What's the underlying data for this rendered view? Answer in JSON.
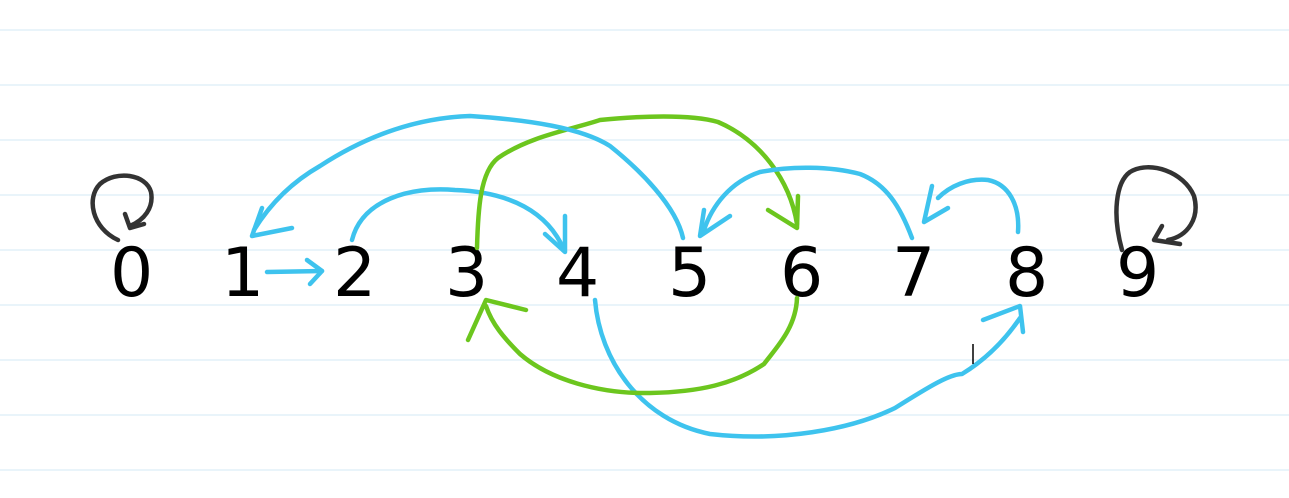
{
  "nodes": [
    "0",
    "1",
    "2",
    "3",
    "4",
    "5",
    "6",
    "7",
    "8",
    "9"
  ],
  "colors": {
    "blue": "#3ec3ee",
    "green": "#6cc61e",
    "dark": "#333333",
    "ruled_line": "#dcedf7",
    "text": "#000000"
  },
  "edges": [
    {
      "from": "0",
      "to": "0",
      "color": "dark"
    },
    {
      "from": "1",
      "to": "2",
      "color": "blue"
    },
    {
      "from": "2",
      "to": "4",
      "color": "blue"
    },
    {
      "from": "3",
      "to": "6",
      "color": "green"
    },
    {
      "from": "4",
      "to": "8",
      "color": "blue"
    },
    {
      "from": "5",
      "to": "1",
      "color": "blue"
    },
    {
      "from": "6",
      "to": "3",
      "color": "green"
    },
    {
      "from": "7",
      "to": "5",
      "color": "blue"
    },
    {
      "from": "8",
      "to": "7",
      "color": "blue"
    },
    {
      "from": "9",
      "to": "9",
      "color": "dark"
    }
  ]
}
